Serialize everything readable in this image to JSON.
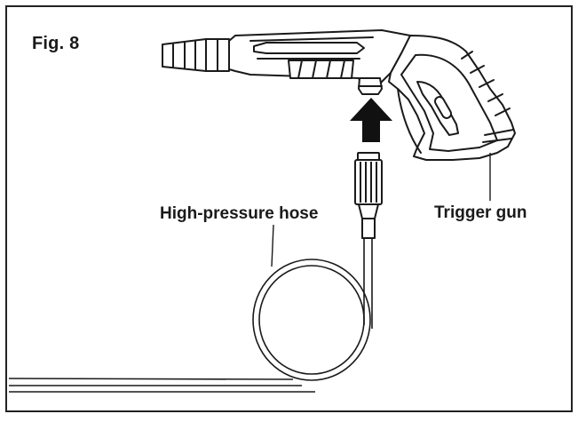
{
  "figure": {
    "label": "Fig. 8",
    "callouts": {
      "hose": "High-pressure hose",
      "gun": "Trigger gun"
    },
    "icons": [
      "trigger-gun-icon",
      "up-arrow-icon",
      "hose-coupling-icon",
      "coiled-hose-icon"
    ],
    "colors": {
      "ink": "#1a1a1a",
      "frame": "#222222",
      "background": "#ffffff"
    }
  }
}
